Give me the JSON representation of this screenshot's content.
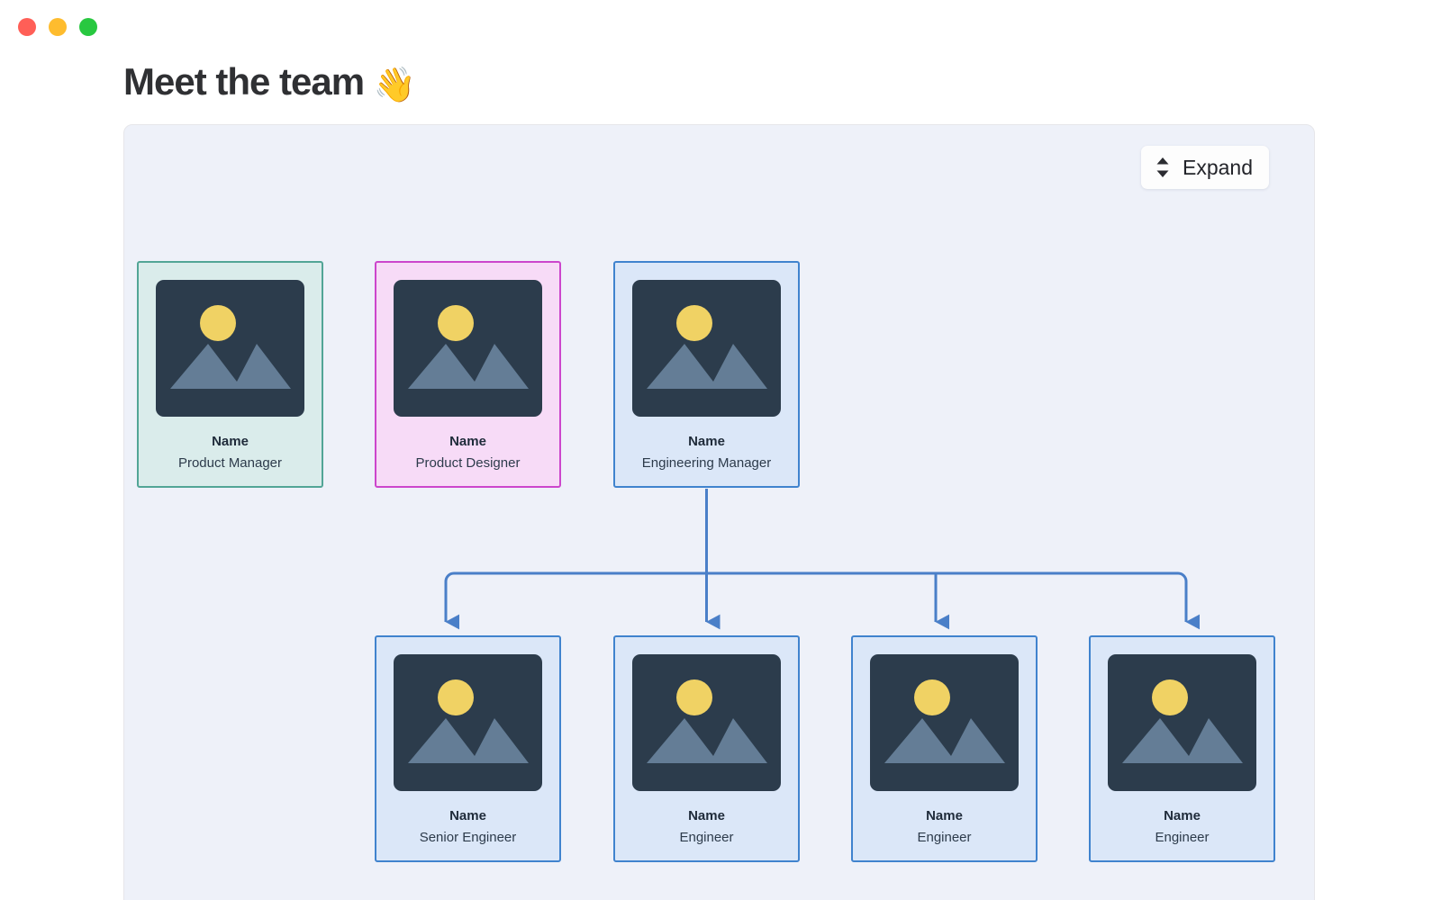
{
  "window": {
    "traffic_lights": [
      {
        "name": "close",
        "color": "#ff5f57"
      },
      {
        "name": "minimize",
        "color": "#febc2e"
      },
      {
        "name": "maximize",
        "color": "#28c840"
      }
    ]
  },
  "header": {
    "title": "Meet the team",
    "title_emoji": "👋"
  },
  "toolbar": {
    "expand_label": "Expand",
    "expand_icon": "chevron-up-down-icon"
  },
  "canvas": {
    "background": "#eef1f9"
  },
  "colors": {
    "teal_border": "#52a596",
    "teal_fill": "#daeceb",
    "pink_border": "#cc46cc",
    "pink_fill": "#f7dbf7",
    "blue_border": "#4083ce",
    "blue_fill": "#dbe7f8",
    "connector": "#4a7fc8",
    "avatar_bg": "#2c3c4c",
    "avatar_sun": "#f0d264",
    "avatar_mountain": "#647d96"
  },
  "org_chart": {
    "top_row": [
      {
        "name": "Name",
        "role": "Product Manager",
        "theme": "teal",
        "avatar_icon": "image-placeholder-icon"
      },
      {
        "name": "Name",
        "role": "Product Designer",
        "theme": "pink",
        "avatar_icon": "image-placeholder-icon"
      },
      {
        "name": "Name",
        "role": "Engineering Manager",
        "theme": "blue",
        "avatar_icon": "image-placeholder-icon"
      }
    ],
    "bottom_row": [
      {
        "name": "Name",
        "role": "Senior Engineer",
        "theme": "blue",
        "avatar_icon": "image-placeholder-icon"
      },
      {
        "name": "Name",
        "role": "Engineer",
        "theme": "blue",
        "avatar_icon": "image-placeholder-icon"
      },
      {
        "name": "Name",
        "role": "Engineer",
        "theme": "blue",
        "avatar_icon": "image-placeholder-icon"
      },
      {
        "name": "Name",
        "role": "Engineer",
        "theme": "blue",
        "avatar_icon": "image-placeholder-icon"
      }
    ],
    "parent_label": "Engineering Manager",
    "child_count": 4
  }
}
